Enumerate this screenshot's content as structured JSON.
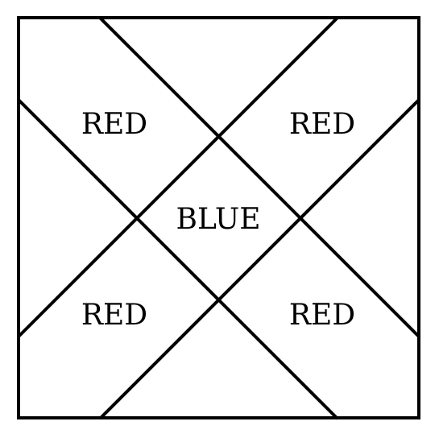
{
  "diagram": {
    "regions": [
      {
        "id": "top-left",
        "label": "RED"
      },
      {
        "id": "top-right",
        "label": "RED"
      },
      {
        "id": "center",
        "label": "BLUE"
      },
      {
        "id": "bottom-left",
        "label": "RED"
      },
      {
        "id": "bottom-right",
        "label": "RED"
      }
    ],
    "colors": {
      "stroke": "#000000",
      "background": "#ffffff"
    }
  }
}
